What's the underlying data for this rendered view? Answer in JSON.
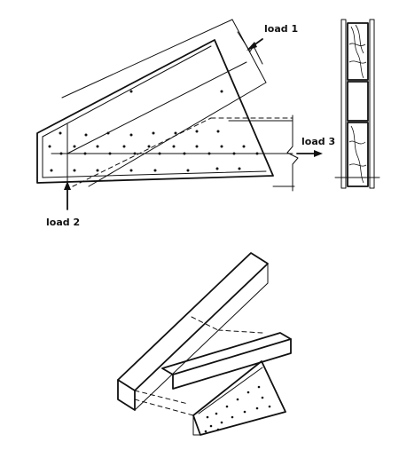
{
  "labels": {
    "load1": "load 1",
    "load2": "load 2",
    "load3": "load 3"
  }
}
